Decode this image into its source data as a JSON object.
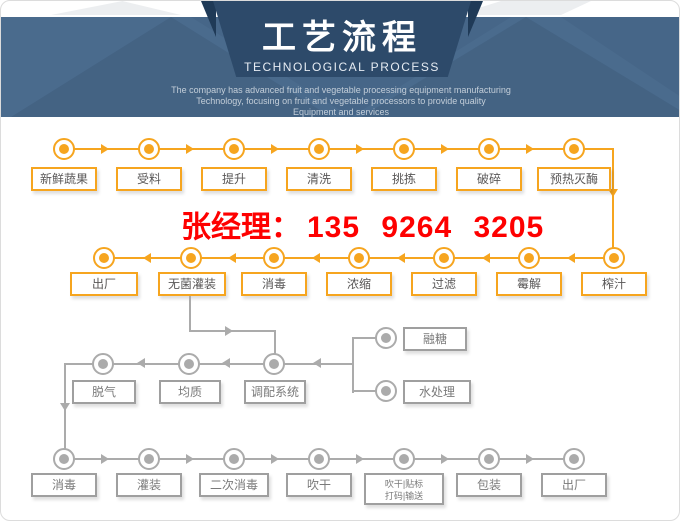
{
  "header": {
    "title": "工艺流程",
    "subtitle": "TECHNOLOGICAL PROCESS",
    "desc": [
      "The company has advanced fruit and vegetable processing equipment manufacturing",
      "Technology, focusing on fruit and vegetable processors to provide quality",
      "Equipment and services"
    ]
  },
  "contact": {
    "name": "张经理：",
    "phone": "135 9264 3205",
    "color": "#fe0000"
  },
  "colors": {
    "accent_orange": "#f6a51f",
    "flow_gray": "#ababab",
    "band_blue": "#4a6b8d",
    "banner_navy": "#2d4a6a"
  },
  "flow": {
    "row1": {
      "direction": "right",
      "steps": [
        {
          "label": "新鲜蔬果"
        },
        {
          "label": "受料"
        },
        {
          "label": "提升"
        },
        {
          "label": "清洗"
        },
        {
          "label": "挑拣"
        },
        {
          "label": "破碎"
        },
        {
          "label": "预热灭酶"
        }
      ]
    },
    "row2": {
      "direction": "left",
      "steps": [
        {
          "label": "出厂"
        },
        {
          "label": "无菌灌装"
        },
        {
          "label": "消毒"
        },
        {
          "label": "浓缩"
        },
        {
          "label": "过滤"
        },
        {
          "label": "霉解"
        },
        {
          "label": "榨汁"
        }
      ]
    },
    "row3": {
      "direction": "left",
      "steps": [
        {
          "label": "脱气"
        },
        {
          "label": "均质"
        },
        {
          "label": "调配系统"
        }
      ]
    },
    "branches": {
      "steps": [
        {
          "label": "融糖"
        },
        {
          "label": "水处理"
        }
      ]
    },
    "row4": {
      "direction": "right",
      "steps": [
        {
          "label": "消毒"
        },
        {
          "label": "灌装"
        },
        {
          "label": "二次消毒"
        },
        {
          "label": "吹干"
        },
        {
          "line1": "吹干|贴标",
          "line2": "打码|输送"
        },
        {
          "label": "包装"
        },
        {
          "label": "出厂"
        }
      ]
    }
  }
}
